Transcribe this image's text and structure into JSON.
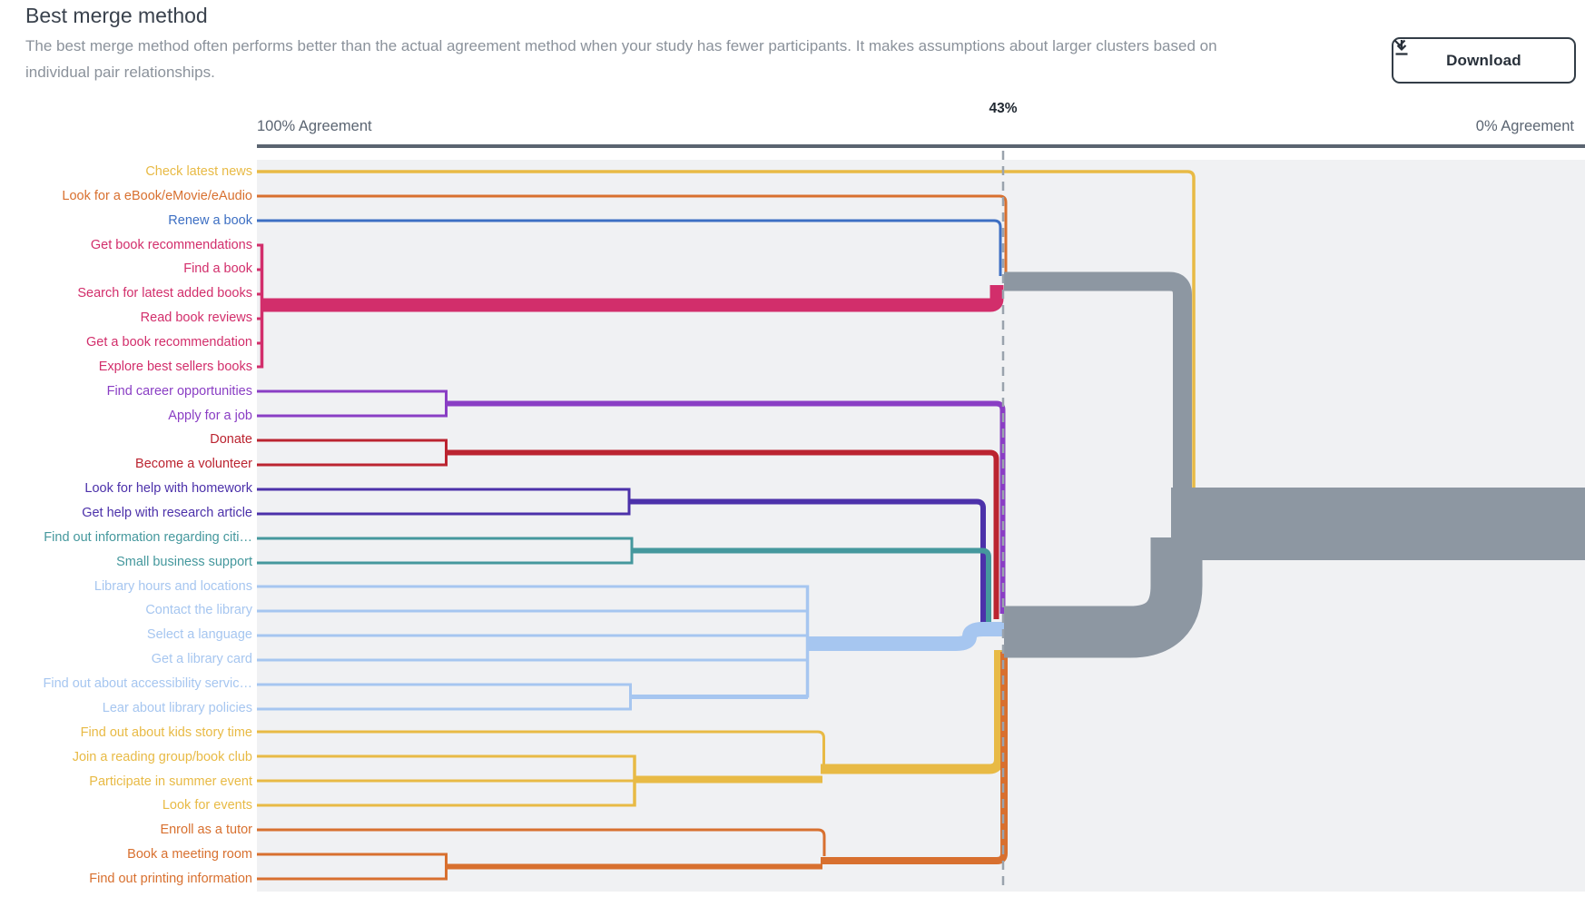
{
  "header": {
    "title": "Best merge method",
    "description": "The best merge method often performs better than the actual agreement method when your study has fewer participants. It makes assumptions about larger clusters based on individual pair relationships.",
    "download_label": "Download"
  },
  "axis": {
    "left_label": "100% Agreement",
    "right_label": "0% Agreement",
    "marker_label": "43%",
    "marker_percent": 43
  },
  "colors": {
    "yellow": "#e8ba45",
    "orange": "#d8702f",
    "blue": "#3d6fc3",
    "crimson": "#d22e6b",
    "purple": "#8a3ec4",
    "darkred": "#bb2430",
    "indigo": "#4c31aa",
    "teal": "#45989d",
    "lightblue": "#a6c6f0",
    "gray": "#8d97a2",
    "axis": "#5a6470",
    "dash": "#9aa3ad",
    "plotbg": "#f0f1f3"
  },
  "chart_data": {
    "type": "dendrogram",
    "orientation": "horizontal-left-to-right",
    "x_axis": {
      "left": "100% Agreement",
      "right": "0% Agreement",
      "marker": "43%"
    },
    "items": [
      {
        "label": "Check latest news",
        "color": "yellow"
      },
      {
        "label": "Look for a eBook/eMovie/eAudio",
        "color": "orange"
      },
      {
        "label": "Renew a book",
        "color": "blue"
      },
      {
        "label": "Get book recommendations",
        "color": "crimson"
      },
      {
        "label": "Find a book",
        "color": "crimson"
      },
      {
        "label": "Search for latest added books",
        "color": "crimson"
      },
      {
        "label": "Read book reviews",
        "color": "crimson"
      },
      {
        "label": "Get a book recommendation",
        "color": "crimson"
      },
      {
        "label": "Explore best sellers books",
        "color": "crimson"
      },
      {
        "label": "Find career opportunities",
        "color": "purple"
      },
      {
        "label": "Apply for a job",
        "color": "purple"
      },
      {
        "label": "Donate",
        "color": "darkred"
      },
      {
        "label": "Become a volunteer",
        "color": "darkred"
      },
      {
        "label": "Look for help with homework",
        "color": "indigo"
      },
      {
        "label": "Get help with research article",
        "color": "indigo"
      },
      {
        "label": "Find out information regarding citi…",
        "color": "teal"
      },
      {
        "label": "Small business support",
        "color": "teal"
      },
      {
        "label": "Library hours and locations",
        "color": "lightblue"
      },
      {
        "label": "Contact the library",
        "color": "lightblue"
      },
      {
        "label": "Select a language",
        "color": "lightblue"
      },
      {
        "label": "Get a library card",
        "color": "lightblue"
      },
      {
        "label": "Find out about accessibility servic…",
        "color": "lightblue"
      },
      {
        "label": "Lear about library policies",
        "color": "lightblue"
      },
      {
        "label": "Find out about kids story time",
        "color": "yellow"
      },
      {
        "label": "Join a reading group/book club",
        "color": "yellow"
      },
      {
        "label": "Participate in summer event",
        "color": "yellow"
      },
      {
        "label": "Look for events",
        "color": "yellow"
      },
      {
        "label": "Enroll as a tutor",
        "color": "orange"
      },
      {
        "label": "Book a meeting room",
        "color": "orange"
      },
      {
        "label": "Find out printing information",
        "color": "orange"
      }
    ],
    "merges": [
      {
        "agreement": 100,
        "members": [
          "Get book recommendations",
          "Find a book",
          "Search for latest added books",
          "Read book reviews",
          "Get a book recommendation",
          "Explore best sellers books"
        ]
      },
      {
        "agreement": 86,
        "members": [
          "Find career opportunities",
          "Apply for a job"
        ]
      },
      {
        "agreement": 86,
        "members": [
          "Donate",
          "Become a volunteer"
        ]
      },
      {
        "agreement": 86,
        "members": [
          "Book a meeting room",
          "Find out printing information"
        ]
      },
      {
        "agreement": 72,
        "members": [
          "Look for help with homework",
          "Get help with research article"
        ]
      },
      {
        "agreement": 72,
        "members": [
          "Find out information regarding citi…",
          "Small business support"
        ]
      },
      {
        "agreement": 72,
        "members": [
          "Find out about accessibility servic…",
          "Lear about library policies"
        ]
      },
      {
        "agreement": 72,
        "members": [
          "Join a reading group/book club",
          "Participate in summer event",
          "Look for events"
        ]
      },
      {
        "agreement": 59,
        "members": [
          "Library hours and locations",
          "Contact the library",
          "Select a language",
          "Get a library card",
          "cluster(accessibility,policies)"
        ]
      },
      {
        "agreement": 57,
        "members": [
          "Find out about kids story time",
          "cluster(reading group,summer event,events)"
        ]
      },
      {
        "agreement": 57,
        "members": [
          "Enroll as a tutor",
          "cluster(meeting room,printing)"
        ]
      },
      {
        "agreement": 43,
        "members": [
          "cluster(books)",
          "Renew a book",
          "Look for a eBook/eMovie/eAudio"
        ]
      },
      {
        "agreement": 43,
        "members": [
          "cluster(careers)",
          "cluster(donate)",
          "cluster(homework)",
          "cluster(business)",
          "cluster(library info)",
          "cluster(events)",
          "cluster(rooms)"
        ]
      },
      {
        "agreement": 30,
        "members": [
          "cluster(books+renew+ebook)",
          "Check latest news"
        ]
      },
      {
        "agreement": 30,
        "members": [
          "top cluster",
          "bottom cluster"
        ]
      }
    ]
  }
}
